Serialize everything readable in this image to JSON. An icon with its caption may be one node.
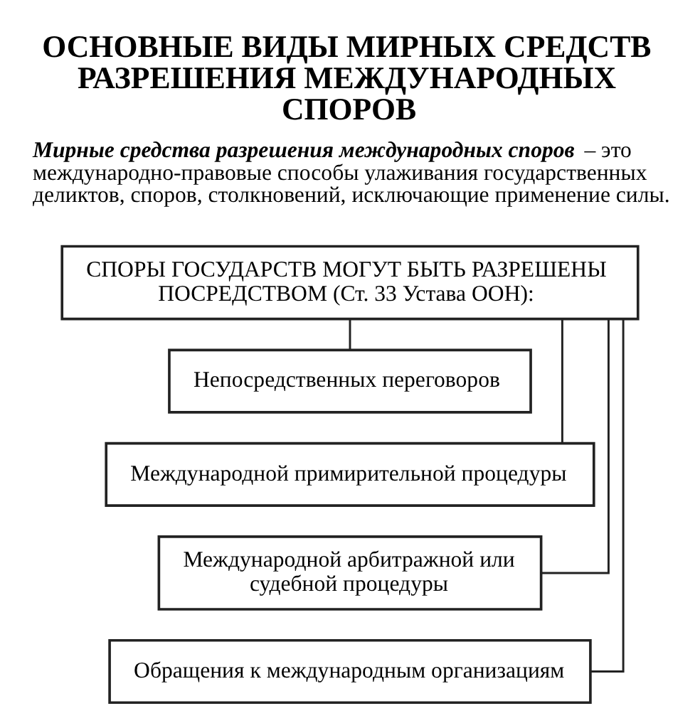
{
  "diagram": {
    "title": "ОСНОВНЫЕ ВИДЫ МИРНЫХ СРЕДСТВ РАЗРЕШЕНИЯ МЕЖДУНАРОДНЫХ СПОРОВ",
    "nodes": [
      {
        "text": [
          "СПОРЫ ГОСУДАРСТВ МОГУТ БЫТЬ РАЗРЕШЕНЫ ПОСРЕДСТВОМ (Ст. 33 Устава ООН):"
        ]
      },
      {
        "text": [
          "Непосредственных переговоров"
        ]
      },
      {
        "text": [
          "Международной примирительной процедуры"
        ]
      },
      {
        "text": [
          "Международной арбитражной или судебной процедуры"
        ]
      },
      {
        "text": [
          "Обращения к международным организациям"
        ]
      }
    ],
    "edges": [
      {
        "from": 0,
        "to": 1,
        "arrow": "none"
      },
      {
        "from": 0,
        "to": 2,
        "arrow": "none"
      },
      {
        "from": 0,
        "to": 3,
        "arrow": "none"
      },
      {
        "from": 0,
        "to": 4,
        "arrow": "none"
      }
    ],
    "labels": [
      "**Мирные средства разрешения международных споров** – это международно-правовые способы улаживания государственных деликтов, споров, столкновений, исключающие применение силы."
    ]
  }
}
